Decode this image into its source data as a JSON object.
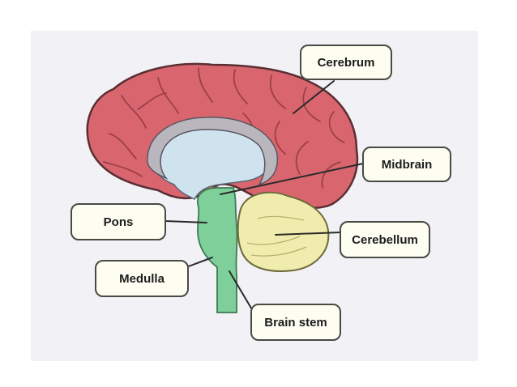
{
  "labels": {
    "cerebrum": "Cerebrum",
    "midbrain": "Midbrain",
    "pons": "Pons",
    "cerebellum": "Cerebellum",
    "medulla": "Medulla",
    "brain_stem": "Brain stem"
  },
  "colors": {
    "panel_background": "#f2f1f6",
    "cerebrum": "#d9666f",
    "cerebrum_outline": "#5a2f33",
    "ventricle": "#cfe3ef",
    "corpus_callosum": "#b9b6bd",
    "brain_stem": "#7fcf9a",
    "cerebellum": "#f0ecae",
    "label_box": "#fdfdf2",
    "label_border": "#4a4a45"
  }
}
